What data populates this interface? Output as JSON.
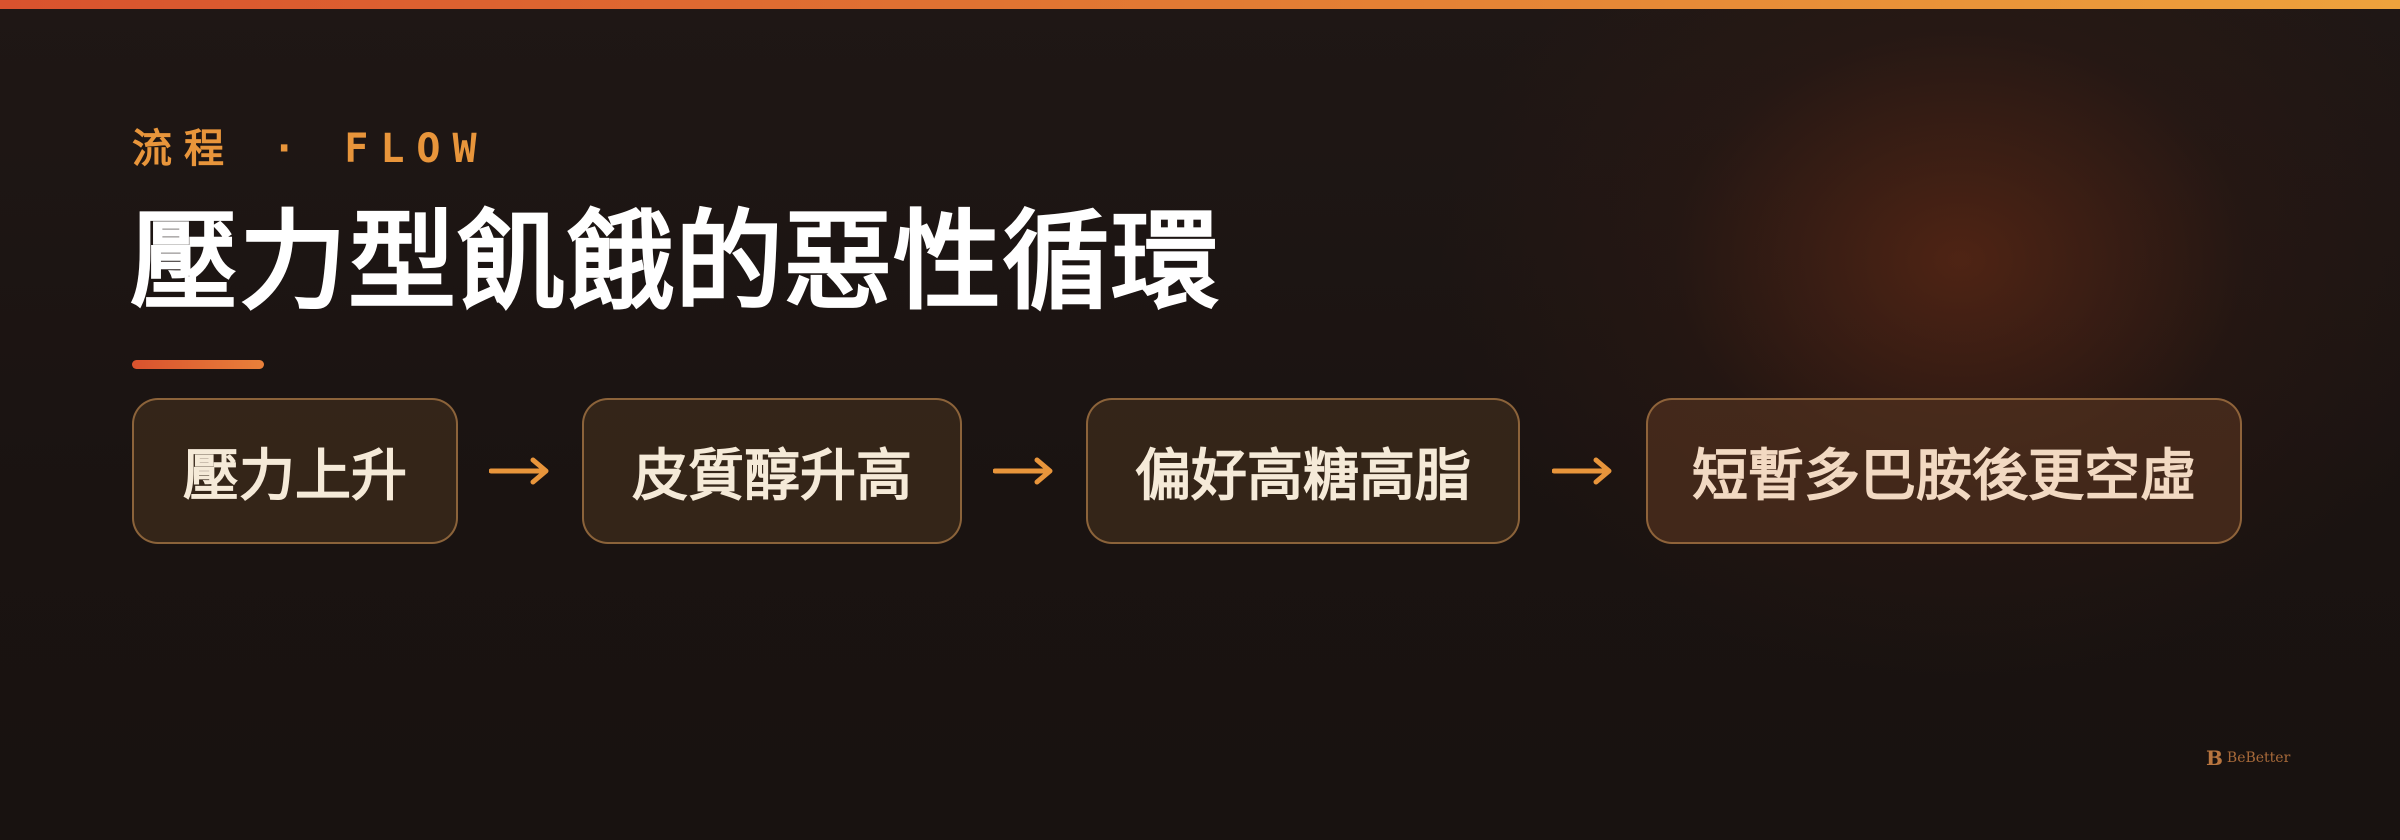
{
  "header": {
    "eyebrow": "流程 · FLOW",
    "title": "壓力型飢餓的惡性循環"
  },
  "flow": {
    "steps": [
      {
        "label": "壓力上升"
      },
      {
        "label": "皮質醇升高"
      },
      {
        "label": "偏好高糖高脂"
      },
      {
        "label": "短暫多巴胺後更空虛"
      }
    ],
    "connector_icon": "arrow-right-icon"
  },
  "brand": {
    "mark": "B",
    "name": "BeBetter"
  },
  "colors": {
    "accent_orange": "#e8953b",
    "accent_red": "#d9522e",
    "background": "#1a1311",
    "title_text": "#ffffff",
    "step_border": "#aa7846"
  }
}
